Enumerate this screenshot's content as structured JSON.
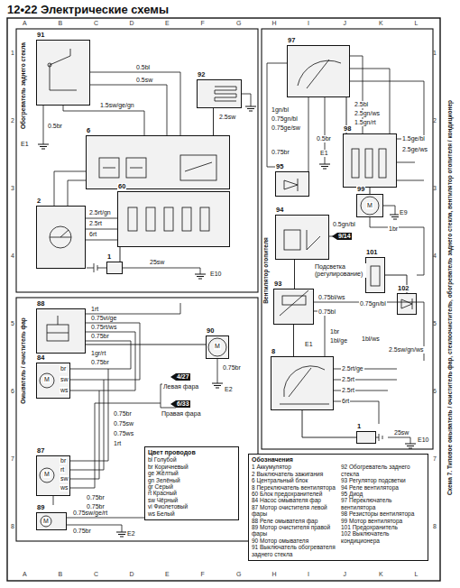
{
  "diagram": {
    "title": "12•22 Электрические схемы",
    "caption": "Схема 7. Типовое омыватель / очиститель фар, стеклоочиститель, обогреватель заднего стекла, вентилятор отопителя / кондиционер",
    "nodes": [
      {
        "text": [
          "91"
        ]
      },
      {
        "text": [
          "92"
        ]
      },
      {
        "text": [
          "6"
        ]
      },
      {
        "text": [
          "2"
        ]
      },
      {
        "text": [
          "60"
        ]
      },
      {
        "text": [
          "1"
        ]
      },
      {
        "text": [
          "88"
        ]
      },
      {
        "text": [
          "90"
        ]
      },
      {
        "text": [
          "84"
        ]
      },
      {
        "text": [
          "87"
        ]
      },
      {
        "text": [
          "89"
        ]
      },
      {
        "text": [
          "Цвет проводов",
          "bl Голубой",
          "br Коричневый",
          "ge Жёлтый",
          "gn Зелёный",
          "gr Серый",
          "rt Красный",
          "sw Чёрный",
          "vi Фиолетовый",
          "ws Белый"
        ]
      },
      {
        "text": [
          "Обозначения",
          "1 Аккумулятор",
          "2 Выключатель зажигания",
          "6 Центральный блок",
          "8 Переключатель вентилятора",
          "60 Блок предохранителей",
          "84 Насос омывателя фар",
          "87 Мотор очистителя левой фары",
          "88 Реле омывателя фар",
          "89 Мотор очистителя правой фары",
          "90 Мотор омывателя",
          "91 Выключатель обогревателя заднего стекла",
          "92 Обогреватель заднего стекла",
          "93 Регулятор подсветки",
          "94 Реле вентилятора",
          "95 Диод",
          "97 Переключатель вентилятора",
          "98 Резисторы вентилятора",
          "99 Мотор вентилятора",
          "101 Предохранитель",
          "102 Выключатель кондиционера"
        ]
      },
      {
        "text": [
          "97"
        ]
      },
      {
        "text": [
          "98"
        ]
      },
      {
        "text": [
          "95"
        ]
      },
      {
        "text": [
          "99"
        ]
      },
      {
        "text": [
          "94"
        ]
      },
      {
        "text": [
          "101"
        ]
      },
      {
        "text": [
          "102"
        ]
      },
      {
        "text": [
          "93"
        ]
      },
      {
        "text": [
          "8"
        ]
      },
      {
        "text": [
          "1"
        ]
      }
    ],
    "edges": [
      {
        "from": 1,
        "to": 2,
        "arrow": "none"
      },
      {
        "from": 5,
        "to": 4,
        "arrow": "none"
      },
      {
        "from": 6,
        "to": 7,
        "arrow": "none"
      },
      {
        "from": 13,
        "to": 14,
        "arrow": "none"
      },
      {
        "from": 14,
        "to": 16,
        "arrow": "none"
      },
      {
        "from": 17,
        "to": 20,
        "arrow": "none"
      },
      {
        "from": 20,
        "to": 21,
        "arrow": "none"
      },
      {
        "from": 22,
        "to": 21,
        "arrow": "none"
      },
      {
        "from": 18,
        "to": 19,
        "arrow": "none"
      }
    ],
    "labels": [
      "A",
      "B",
      "C",
      "D",
      "E",
      "F",
      "G",
      "H",
      "I",
      "J",
      "K",
      "L",
      "A",
      "B",
      "C",
      "D",
      "E",
      "F",
      "G",
      "H",
      "I",
      "J",
      "K",
      "L",
      "1",
      "2",
      "3",
      "4",
      "5",
      "6",
      "7",
      "8",
      "1",
      "2",
      "3",
      "4",
      "5",
      "6",
      "7",
      "8",
      "Обогреватель заднего стекла",
      "0.5bl",
      "0.5sw",
      "1.5sw/ge/gn",
      "0.5br",
      "E1",
      "2.5sw",
      "2.5rt/gn",
      "2.5rt",
      "6rt",
      "25sw",
      "E10",
      "Омыватель / очиститель фар",
      "1rt",
      "0.75vi/ge",
      "0.75rt/ws",
      "0.75br",
      "1gr/rt",
      "0.75br",
      "br",
      "sw",
      "ws",
      "M",
      "M",
      "0.75br",
      "E2",
      "4/27",
      "Левая фара",
      "6/33",
      "Правая фара",
      "0.75br",
      "0.75sw",
      "0.75ws",
      "1rt",
      "br",
      "rt",
      "sw",
      "ws",
      "M",
      "0.75br",
      "0.75br",
      "M",
      "0.75sw/ge/rt",
      "0.75br",
      "E2",
      "Вентилятор отопителя",
      "1gn/bl",
      "0.75gn/bl",
      "0.75ge/sw",
      "0.75br",
      "0.5br",
      "E1",
      "2.5bl",
      "2.5gn/ws",
      "1.5gn/rt",
      "1.5ge/bl",
      "2.5ge/ws",
      "E9",
      "M",
      "1br",
      "9/14",
      "Подсветка (регулирование)",
      "0.5gn/bl",
      "0.75gn/bl",
      "0.75bl/ws",
      "0.75bl",
      "E1",
      "1br",
      "1bl/ge",
      "1bl/ws",
      "2.5sw/gn/ws",
      "2.5rt/ge",
      "2.5rt",
      "2.5rt",
      "6rt",
      "25sw",
      "E10"
    ]
  }
}
